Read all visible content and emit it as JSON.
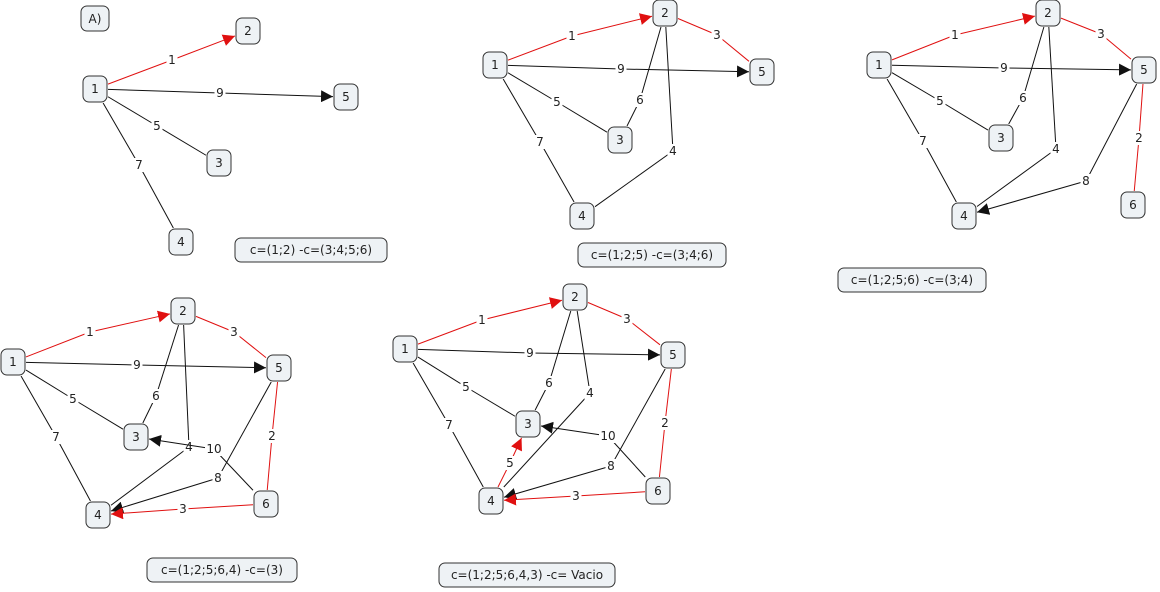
{
  "title_label": "A)",
  "colors": {
    "highlight": "#e01010",
    "normal": "#111111",
    "node_fill": "#eef2f5"
  },
  "panels": [
    {
      "caption": "c=(1;2) -c=(3;4;5;6)",
      "nodes": [
        "1",
        "2",
        "3",
        "4",
        "5"
      ],
      "edges": [
        {
          "from": "1",
          "to": "2",
          "weight": "1",
          "color": "red",
          "arrow": true
        },
        {
          "from": "1",
          "to": "5",
          "weight": "9",
          "color": "black",
          "arrow": true
        },
        {
          "from": "1",
          "to": "3",
          "weight": "5",
          "color": "black",
          "arrow": false
        },
        {
          "from": "1",
          "to": "4",
          "weight": "7",
          "color": "black",
          "arrow": false
        }
      ]
    },
    {
      "caption": "c=(1;2;5) -c=(3;4;6)",
      "nodes": [
        "1",
        "2",
        "3",
        "4",
        "5"
      ],
      "edges": [
        {
          "from": "1",
          "to": "2",
          "weight": "1",
          "color": "red",
          "arrow": true
        },
        {
          "from": "2",
          "to": "5",
          "weight": "3",
          "color": "red",
          "arrow": false
        },
        {
          "from": "1",
          "to": "5",
          "weight": "9",
          "color": "black",
          "arrow": true
        },
        {
          "from": "1",
          "to": "3",
          "weight": "5",
          "color": "black",
          "arrow": false
        },
        {
          "from": "2",
          "to": "3",
          "weight": "6",
          "color": "black",
          "arrow": false
        },
        {
          "from": "2",
          "to": "4",
          "weight": "4",
          "color": "black",
          "arrow": false
        },
        {
          "from": "1",
          "to": "4",
          "weight": "7",
          "color": "black",
          "arrow": false
        }
      ]
    },
    {
      "caption": "c=(1;2;5;6) -c=(3;4)",
      "nodes": [
        "1",
        "2",
        "3",
        "4",
        "5",
        "6"
      ],
      "edges": [
        {
          "from": "1",
          "to": "2",
          "weight": "1",
          "color": "red",
          "arrow": true
        },
        {
          "from": "2",
          "to": "5",
          "weight": "3",
          "color": "red",
          "arrow": false
        },
        {
          "from": "1",
          "to": "5",
          "weight": "9",
          "color": "black",
          "arrow": true
        },
        {
          "from": "1",
          "to": "3",
          "weight": "5",
          "color": "black",
          "arrow": false
        },
        {
          "from": "2",
          "to": "3",
          "weight": "6",
          "color": "black",
          "arrow": false
        },
        {
          "from": "2",
          "to": "4",
          "weight": "4",
          "color": "black",
          "arrow": false
        },
        {
          "from": "1",
          "to": "4",
          "weight": "7",
          "color": "black",
          "arrow": false
        },
        {
          "from": "5",
          "to": "6",
          "weight": "2",
          "color": "red",
          "arrow": false
        },
        {
          "from": "5",
          "to": "4",
          "weight": "8",
          "color": "black",
          "arrow": true
        }
      ]
    },
    {
      "caption": "c=(1;2;5;6,4) -c=(3)",
      "nodes": [
        "1",
        "2",
        "3",
        "4",
        "5",
        "6"
      ],
      "edges": [
        {
          "from": "1",
          "to": "2",
          "weight": "1",
          "color": "red",
          "arrow": true
        },
        {
          "from": "2",
          "to": "5",
          "weight": "3",
          "color": "red",
          "arrow": false
        },
        {
          "from": "1",
          "to": "5",
          "weight": "9",
          "color": "black",
          "arrow": true
        },
        {
          "from": "1",
          "to": "3",
          "weight": "5",
          "color": "black",
          "arrow": false
        },
        {
          "from": "2",
          "to": "3",
          "weight": "6",
          "color": "black",
          "arrow": false
        },
        {
          "from": "2",
          "to": "4",
          "weight": "4",
          "color": "black",
          "arrow": false
        },
        {
          "from": "1",
          "to": "4",
          "weight": "7",
          "color": "black",
          "arrow": false
        },
        {
          "from": "5",
          "to": "6",
          "weight": "2",
          "color": "red",
          "arrow": false
        },
        {
          "from": "5",
          "to": "4",
          "weight": "8",
          "color": "black",
          "arrow": true
        },
        {
          "from": "6",
          "to": "3",
          "weight": "10",
          "color": "black",
          "arrow": true
        },
        {
          "from": "6",
          "to": "4",
          "weight": "3",
          "color": "red",
          "arrow": true
        }
      ]
    },
    {
      "caption": "c=(1;2;5;6,4,3) -c= Vacio",
      "nodes": [
        "1",
        "2",
        "3",
        "4",
        "5",
        "6"
      ],
      "edges": [
        {
          "from": "1",
          "to": "2",
          "weight": "1",
          "color": "red",
          "arrow": true
        },
        {
          "from": "2",
          "to": "5",
          "weight": "3",
          "color": "red",
          "arrow": false
        },
        {
          "from": "1",
          "to": "5",
          "weight": "9",
          "color": "black",
          "arrow": true
        },
        {
          "from": "1",
          "to": "3",
          "weight": "5",
          "color": "black",
          "arrow": false
        },
        {
          "from": "2",
          "to": "3",
          "weight": "6",
          "color": "black",
          "arrow": false
        },
        {
          "from": "2",
          "to": "4",
          "weight": "4",
          "color": "black",
          "arrow": false
        },
        {
          "from": "1",
          "to": "4",
          "weight": "7",
          "color": "black",
          "arrow": false
        },
        {
          "from": "5",
          "to": "6",
          "weight": "2",
          "color": "red",
          "arrow": false
        },
        {
          "from": "5",
          "to": "4",
          "weight": "8",
          "color": "black",
          "arrow": true
        },
        {
          "from": "6",
          "to": "3",
          "weight": "10",
          "color": "black",
          "arrow": true
        },
        {
          "from": "6",
          "to": "4",
          "weight": "3",
          "color": "red",
          "arrow": true
        },
        {
          "from": "4",
          "to": "3",
          "weight": "5",
          "color": "red",
          "arrow": true
        }
      ]
    }
  ]
}
